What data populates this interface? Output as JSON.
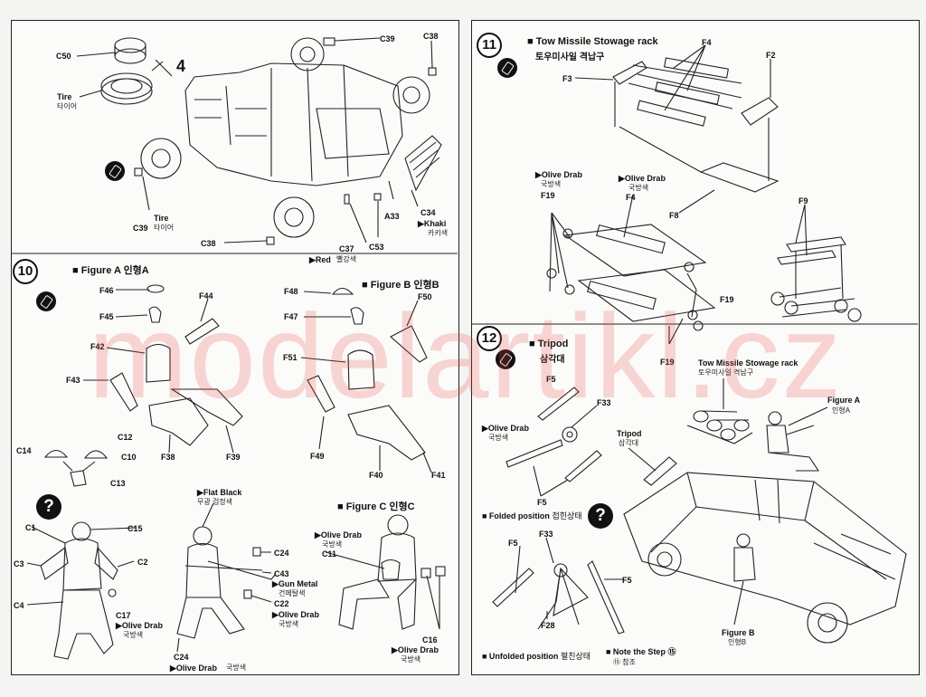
{
  "left_panel": {
    "step4": {
      "number": "4",
      "labels": {
        "c50": "C50",
        "tire_top": "Tire",
        "tire_top_ko": "타이어",
        "c39_top": "C39",
        "c38_top": "C38",
        "c39_bottom": "C39",
        "tire_bottom": "Tire",
        "tire_bottom_ko": "타이어",
        "c38_bottom": "C38",
        "c37": "C37",
        "c37_color": "▶Red",
        "c37_color_ko": "빨강색",
        "c53": "C53",
        "a33": "A33",
        "c34": "C34",
        "c34_color": "▶Khaki",
        "c34_color_ko": "카키색"
      }
    },
    "step10": {
      "number": "10",
      "figure_a": "■ Figure A",
      "figure_a_ko": "인형A",
      "figure_b": "■ Figure B",
      "figure_b_ko": "인형B",
      "figure_c": "■ Figure C",
      "figure_c_ko": "인형C",
      "q": "?",
      "labels": {
        "f46": "F46",
        "f45": "F45",
        "f44": "F44",
        "f42": "F42",
        "f43": "F43",
        "f38": "F38",
        "f39": "F39",
        "f48": "F48",
        "f47": "F47",
        "f50": "F50",
        "f51": "F51",
        "f49": "F49",
        "f40": "F40",
        "f41": "F41",
        "c12": "C12",
        "c14": "C14",
        "c10": "C10",
        "c13": "C13",
        "c1": "C1",
        "c15": "C15",
        "c3": "C3",
        "c2": "C2",
        "c4": "C4",
        "c17": "C17",
        "c17_color": "▶Olive Drab",
        "c17_color_ko": "국방색",
        "flat_black": "▶Flat Black",
        "flat_black_ko": "무광 검정색",
        "c24_right": "C24",
        "c43": "C43",
        "gun_metal": "▶Gun Metal",
        "gun_metal_ko": "건메탈색",
        "c22": "C22",
        "c22_color": "▶Olive Drab",
        "c22_color_ko": "국방색",
        "c24_bottom": "C24",
        "c24_color": "▶Olive Drab",
        "c24_color_ko": "국방색",
        "c11_color": "▶Olive Drab",
        "c11_color_ko": "국방색",
        "c11": "C11",
        "c16": "C16",
        "c16_color": "▶Olive Drab",
        "c16_color_ko": "국방색"
      }
    }
  },
  "right_panel": {
    "step11": {
      "number": "11",
      "title": "■ Tow Missile Stowage rack",
      "title_ko": "토우미사일 격납구",
      "labels": {
        "f4_top": "F4",
        "f3": "F3",
        "f2": "F2",
        "f8": "F8",
        "olive1": "▶Olive Drab",
        "olive1_ko": "국방색",
        "olive2": "▶Olive Drab",
        "olive2_ko": "국방색",
        "f19_a": "F19",
        "f4_mid": "F4",
        "f19_b": "F19",
        "f19_c": "F19",
        "f9": "F9"
      }
    },
    "step12": {
      "number": "12",
      "title": "■ Tripod",
      "title_ko": "삼각대",
      "q": "?",
      "labels": {
        "f5_top": "F5",
        "f33_top": "F33",
        "olive": "▶Olive Drab",
        "olive_ko": "국방색",
        "f5_mid": "F5",
        "folded": "■ Folded position",
        "folded_ko": "접힌상태",
        "f33_bottom": "F33",
        "f5_left": "F5",
        "f5_right": "F5",
        "f28": "F28",
        "unfolded": "■ Unfolded position",
        "unfolded_ko": "펼친상태",
        "note": "■ Note the Step ⑮",
        "note_ko": "⑮ 참조",
        "rack": "Tow Missile Stowage rack",
        "rack_ko": "토우미사일 격납구",
        "figure_a": "Figure A",
        "figure_a_ko": "인형A",
        "tripod": "Tripod",
        "tripod_ko": "삼각대",
        "figure_b": "Figure B",
        "figure_b_ko": "인형B"
      }
    }
  },
  "watermark": "modelartikl.cz"
}
